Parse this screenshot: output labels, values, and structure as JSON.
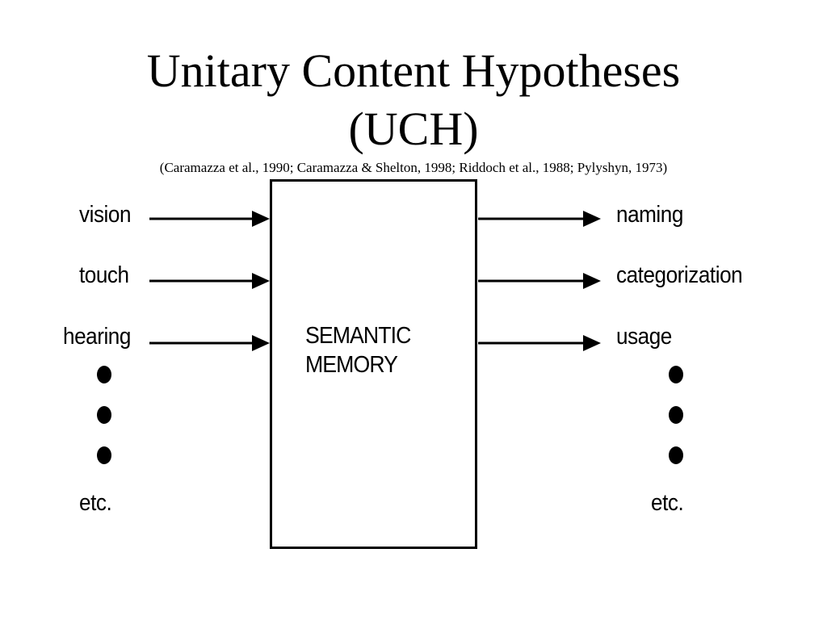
{
  "title": {
    "line1": "Unitary Content Hypotheses",
    "line2": "(UCH)"
  },
  "citation": "(Caramazza et al., 1990; Caramazza & Shelton, 1998; Riddoch et al., 1988; Pylyshyn, 1973)",
  "center_box": {
    "line1": "SEMANTIC",
    "line2": "MEMORY"
  },
  "inputs": [
    "vision",
    "touch",
    "hearing"
  ],
  "inputs_etc": "etc.",
  "outputs": [
    "naming",
    "categorization",
    "usage"
  ],
  "outputs_etc": "etc."
}
